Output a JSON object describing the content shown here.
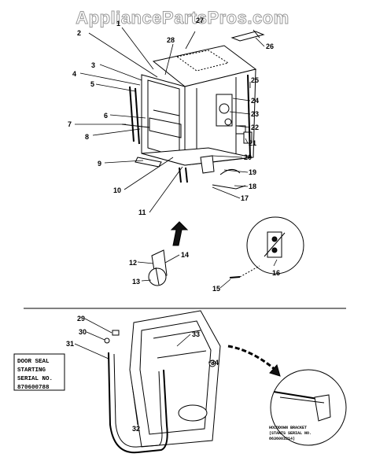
{
  "watermark": "AppliancePartsPros.com",
  "callouts": [
    "1",
    "2",
    "3",
    "4",
    "5",
    "6",
    "7",
    "8",
    "9",
    "10",
    "11",
    "12",
    "13",
    "14",
    "15",
    "16",
    "17",
    "18",
    "19",
    "20",
    "21",
    "22",
    "23",
    "24",
    "25",
    "26",
    "27",
    "28",
    "29",
    "30",
    "31",
    "32",
    "33",
    "34"
  ],
  "notes": {
    "door_seal": [
      "DOOR SEAL",
      "STARTING",
      "SERIAL NO.",
      "870600788"
    ],
    "holddown": [
      "HOLDDOWN BRACKET",
      "(STARTS SERIAL NO.",
      "8636003314)"
    ]
  },
  "colors": {
    "ink": "#000000",
    "paper": "#ffffff",
    "watermark_outline": "#9a9a9a"
  }
}
